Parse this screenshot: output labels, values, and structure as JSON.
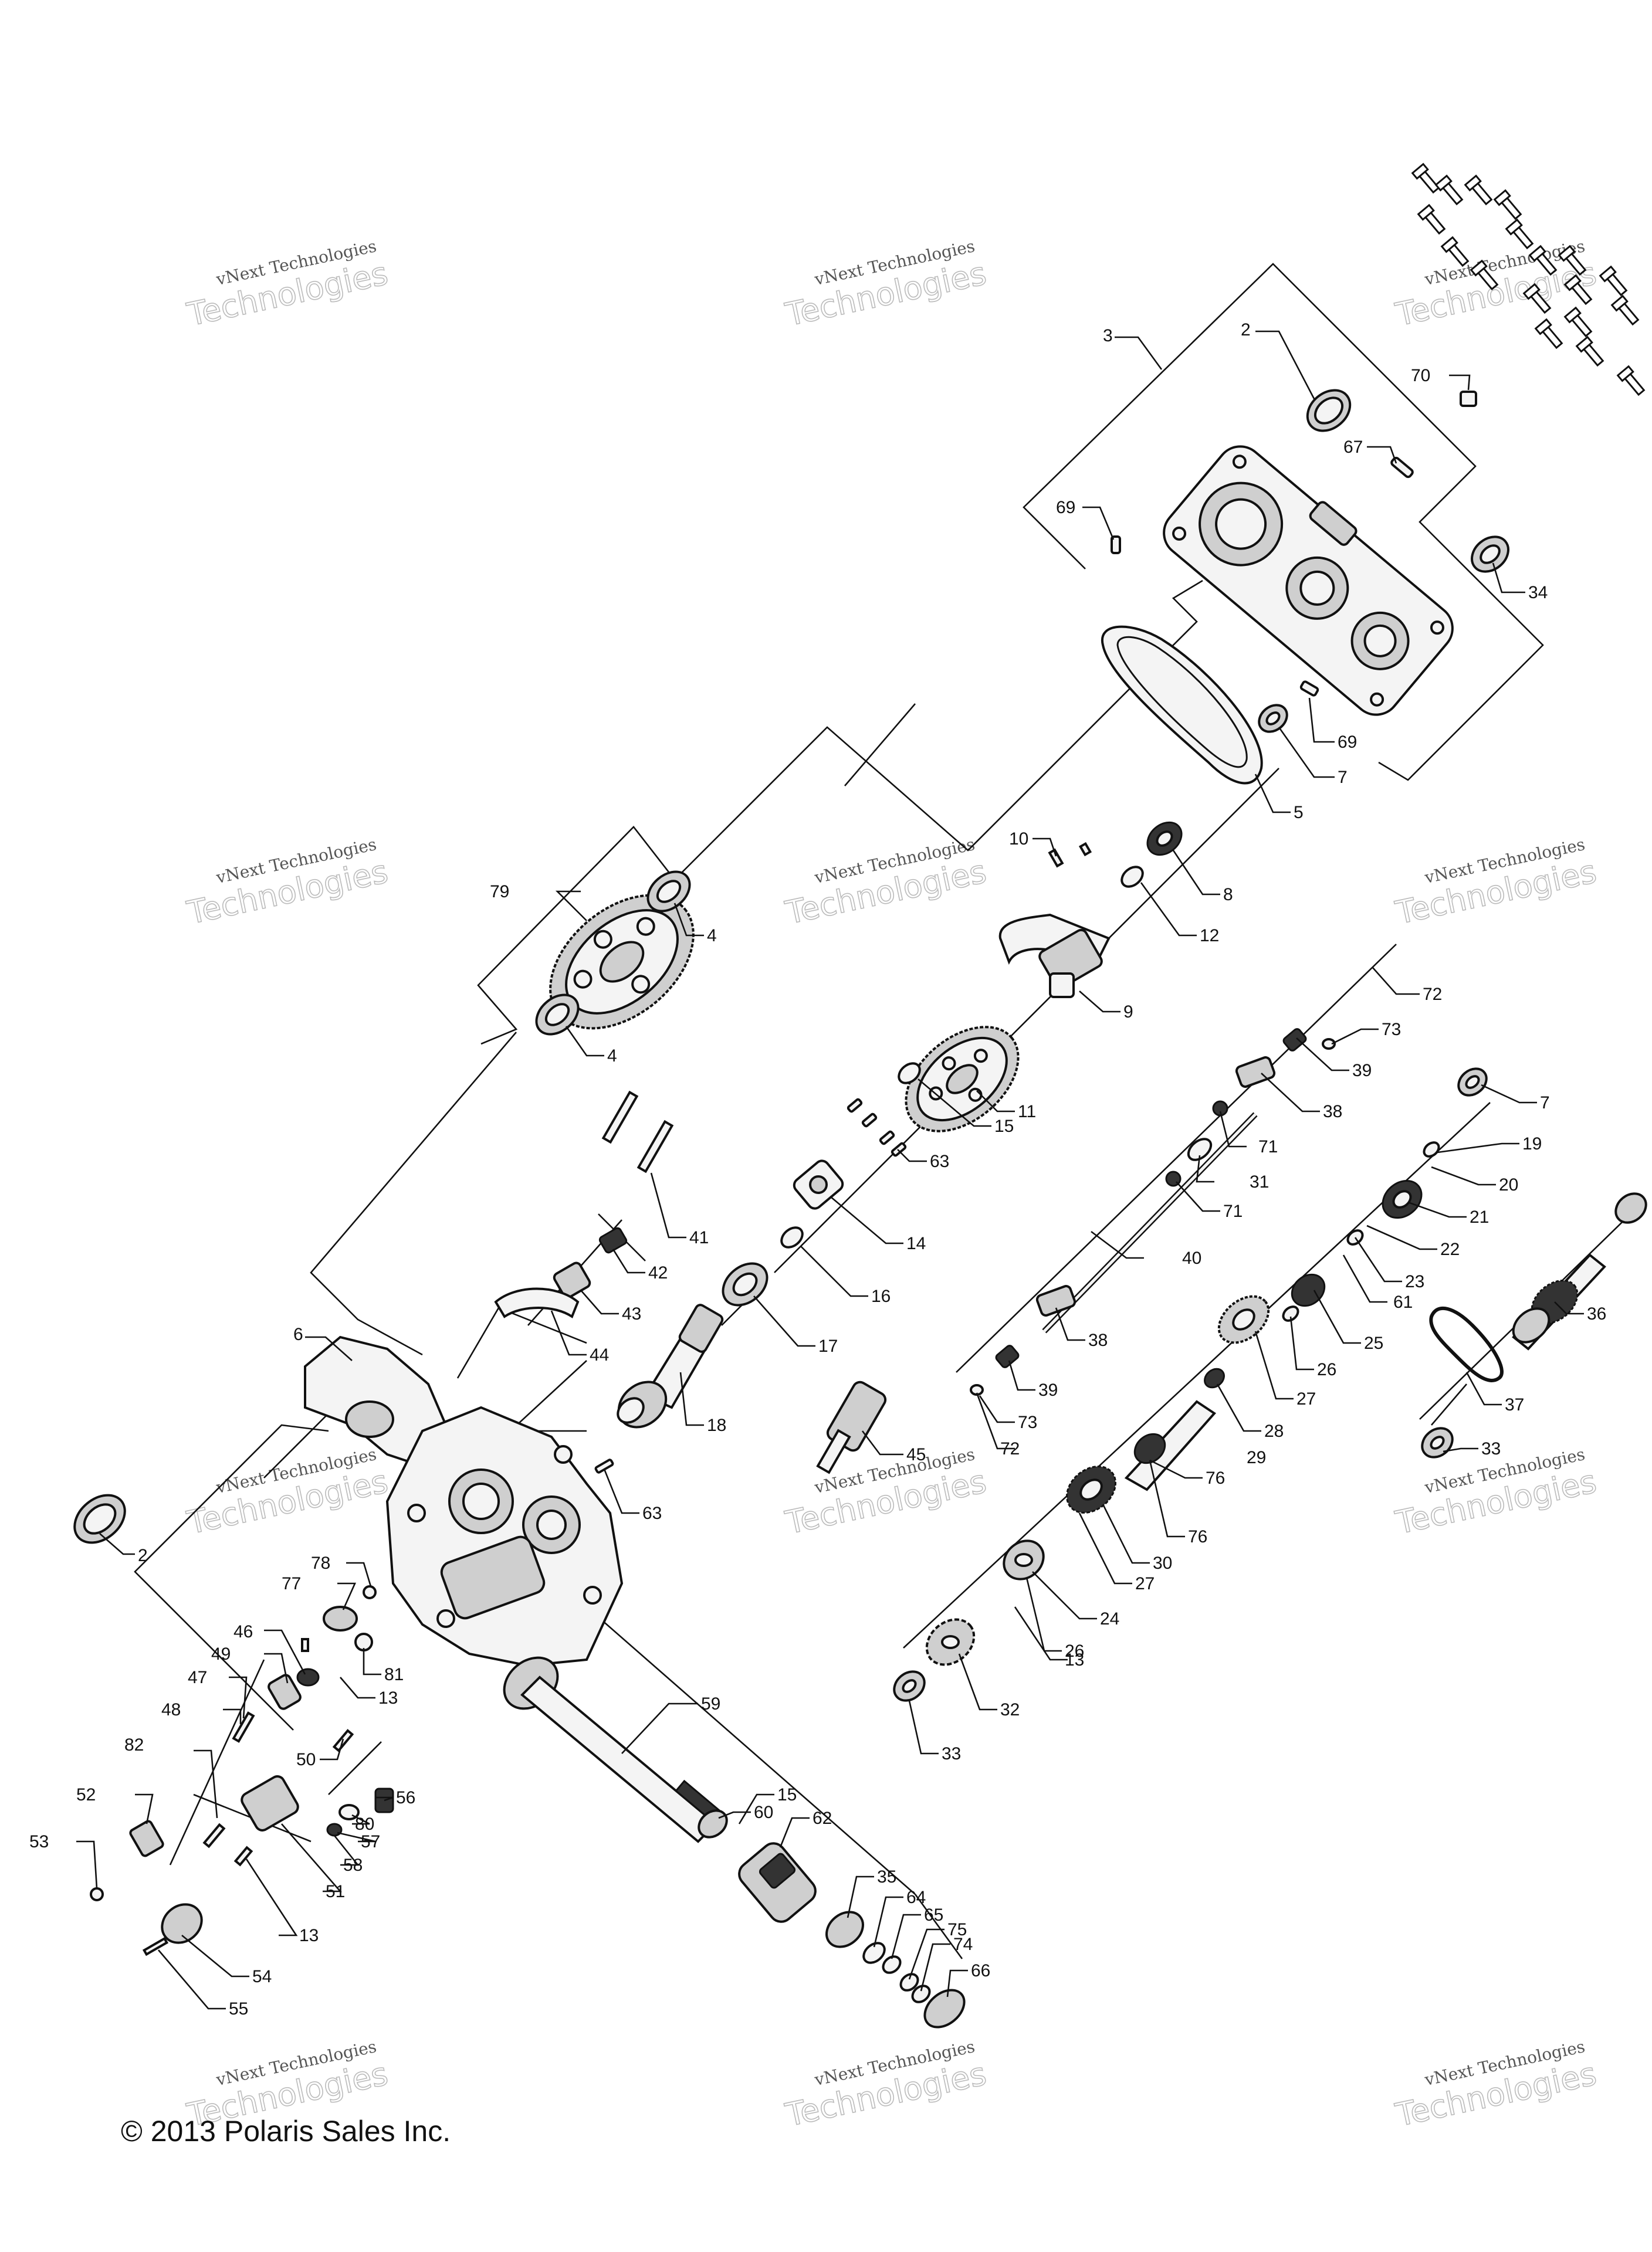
{
  "watermark": {
    "line1": "vNext Technologies",
    "line2": "Technologies"
  },
  "copyright": "© 2013 Polaris Sales Inc.",
  "callouts": [
    "2",
    "2",
    "3",
    "4",
    "4",
    "5",
    "6",
    "7",
    "7",
    "8",
    "9",
    "10",
    "11",
    "12",
    "13",
    "13",
    "13",
    "14",
    "15",
    "15",
    "16",
    "17",
    "18",
    "19",
    "20",
    "21",
    "22",
    "23",
    "24",
    "25",
    "26",
    "26",
    "27",
    "27",
    "28",
    "29",
    "30",
    "31",
    "32",
    "33",
    "33",
    "34",
    "35",
    "36",
    "37",
    "38",
    "38",
    "39",
    "39",
    "40",
    "41",
    "42",
    "43",
    "44",
    "45",
    "46",
    "47",
    "48",
    "49",
    "50",
    "51",
    "52",
    "53",
    "54",
    "55",
    "56",
    "57",
    "58",
    "59",
    "60",
    "61",
    "62",
    "63",
    "63",
    "64",
    "65",
    "66",
    "67",
    "69",
    "69",
    "70",
    "71",
    "71",
    "72",
    "72",
    "73",
    "73",
    "74",
    "75",
    "76",
    "76",
    "77",
    "78",
    "79",
    "80",
    "81",
    "82"
  ]
}
